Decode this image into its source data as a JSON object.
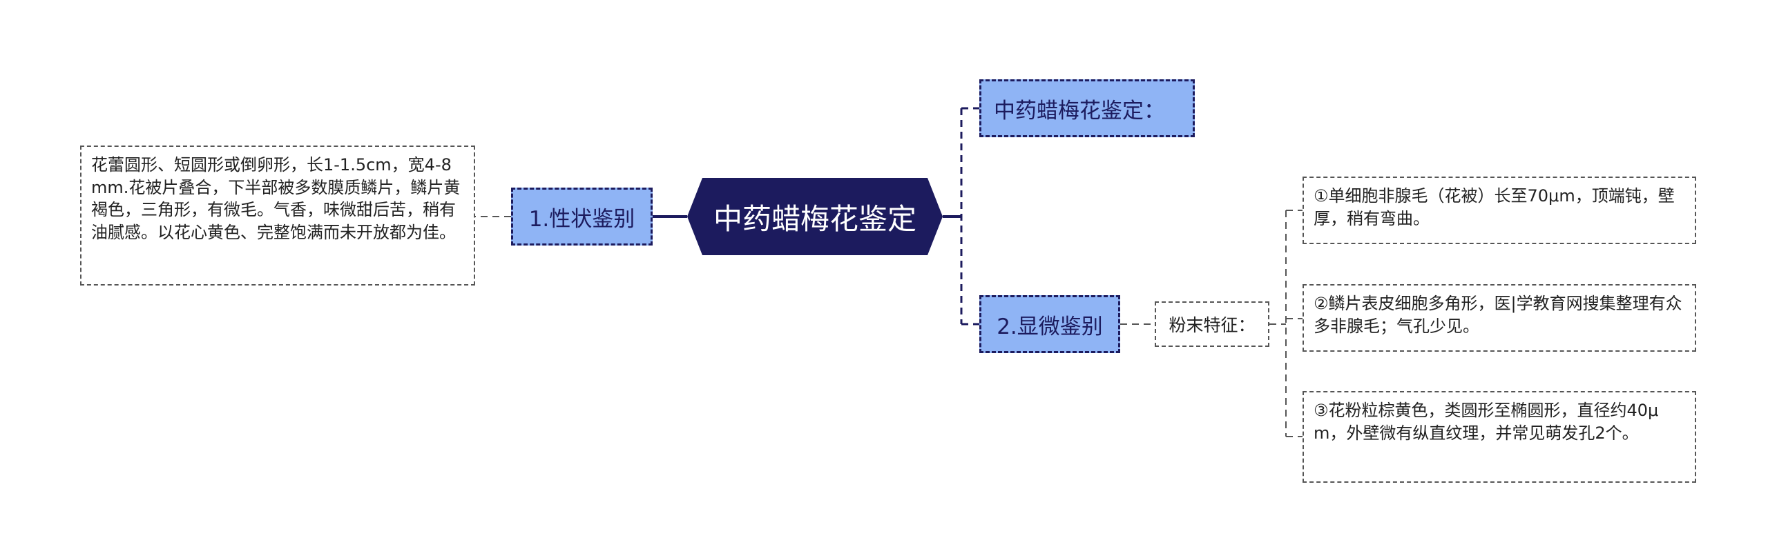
{
  "diagram": {
    "root": {
      "label": "中药蜡梅花鉴定"
    },
    "branches": {
      "identification_title": "中药蜡梅花鉴定：",
      "character": "1.性状鉴别",
      "microscopic": "2.显微鉴别"
    },
    "character_detail": "花蕾圆形、短圆形或倒卵形，长1-1.5cm，宽4-8mm.花被片叠合，下半部被多数膜质鳞片，鳞片黄褐色，三角形，有微毛。气香，味微甜后苦，稍有油腻感。以花心黄色、完整饱满而未开放都为佳。",
    "powder": {
      "label": "粉末特征：",
      "items": [
        "①单细胞非腺毛（花被）长至70μm，顶端钝，壁厚，稍有弯曲。",
        "②鳞片表皮细胞多角形，医|学教育网搜集整理有众多非腺毛；气孔少见。",
        "③花粉粒棕黄色，类圆形至椭圆形，直径约40μm，外壁微有纵直纹理，并常见萌发孔2个。"
      ]
    }
  },
  "colors": {
    "root_fill": "#1c1b5e",
    "branch_fill": "#8fb4f5",
    "line": "#1c1b5e",
    "leaf_border": "#555555"
  }
}
